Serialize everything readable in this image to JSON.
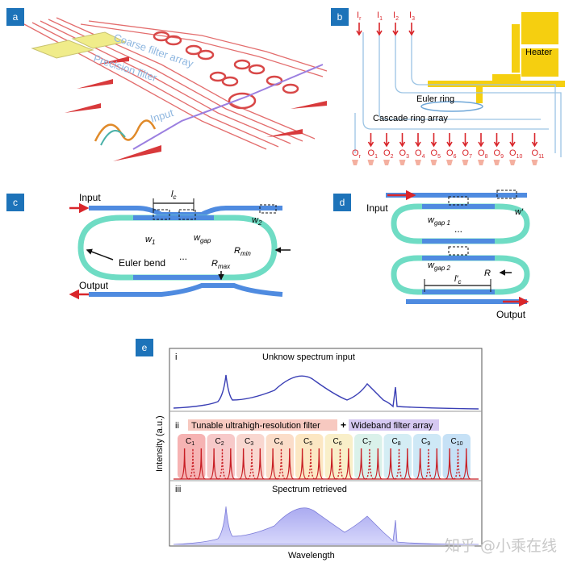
{
  "panels": {
    "a": {
      "tag": "a",
      "coarse": "Coarse filter array",
      "precision": "Precision filter",
      "input": "Input"
    },
    "b": {
      "tag": "b",
      "heater": "Heater",
      "euler": "Euler ring",
      "cascade": "Cascade ring array",
      "inputs": [
        [
          "I",
          "r"
        ],
        [
          "I",
          "1"
        ],
        [
          "I",
          "2"
        ],
        [
          "I",
          "3"
        ]
      ],
      "outputs": [
        [
          "O",
          "r"
        ],
        [
          "O",
          "1"
        ],
        [
          "O",
          "2"
        ],
        [
          "O",
          "3"
        ],
        [
          "O",
          "4"
        ],
        [
          "O",
          "5"
        ],
        [
          "O",
          "6"
        ],
        [
          "O",
          "7"
        ],
        [
          "O",
          "8"
        ],
        [
          "O",
          "9"
        ],
        [
          "O",
          "10"
        ],
        [
          "O",
          "11"
        ]
      ]
    },
    "c": {
      "tag": "c",
      "input": "Input",
      "output": "Output",
      "euler_bend": "Euler bend",
      "dots": "...",
      "lc": [
        "l",
        "c"
      ],
      "w1": [
        "w",
        "1"
      ],
      "w2": [
        "w",
        "2"
      ],
      "wgap": [
        "w",
        "gap"
      ],
      "rmax": [
        "R",
        "max"
      ],
      "rmin": [
        "R",
        "min"
      ]
    },
    "d": {
      "tag": "d",
      "input": "Input",
      "output": "Output",
      "dots": "...",
      "wprime": "w′",
      "r": "R",
      "wgap1": [
        "w",
        "gap 1"
      ],
      "wgap2": [
        "w",
        "gap 2"
      ],
      "lcp": [
        "l′",
        "c"
      ]
    },
    "e": {
      "tag": "e",
      "i": "i",
      "ii": "ii",
      "iii": "iii",
      "title_i": "Unknow spectrum input",
      "tunable": "Tunable ultrahigh-resolution filter",
      "plus": "+",
      "wideband": "Wideband filter array",
      "title_iii": "Spectrum retrieved",
      "ylabel": "Intensity (a.u.)",
      "xlabel": "Wavelength",
      "channels": [
        [
          "C",
          "1"
        ],
        [
          "C",
          "2"
        ],
        [
          "C",
          "3"
        ],
        [
          "C",
          "4"
        ],
        [
          "C",
          "5"
        ],
        [
          "C",
          "6"
        ],
        [
          "C",
          "7"
        ],
        [
          "C",
          "8"
        ],
        [
          "C",
          "9"
        ],
        [
          "C",
          "10"
        ]
      ],
      "channel_colors": [
        "#f4a6a6",
        "#f6c0c0",
        "#f8d0c8",
        "#fad7c0",
        "#fbe3b8",
        "#f8ecc0",
        "#d4efe6",
        "#cdeaf2",
        "#c5e4f4",
        "#bcdcf5"
      ]
    }
  },
  "watermark": "知乎 @小乘在线",
  "colors": {
    "accent": "#1d73b9",
    "red": "#d9262b",
    "waveguide": "#5b8fd6",
    "ring": "#6fdcc4",
    "spectrum": "#3a3fb5",
    "fill": "#b3b3f0",
    "heater": "#f5cf10"
  }
}
